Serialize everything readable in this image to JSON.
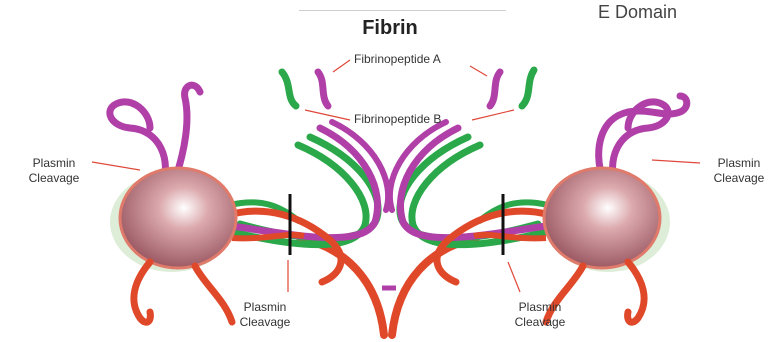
{
  "title": "Fibrin",
  "corner_label": "E Domain",
  "labels": {
    "fibrinopeptide_a": "Fibrinopeptide A",
    "fibrinopeptide_b": "Fibrinopeptide B",
    "plasmin_cleavage_line1": "Plasmin",
    "plasmin_cleavage_line2": "Cleavage"
  },
  "colors": {
    "alpha_chain": "#b040a8",
    "beta_chain": "#2aa84a",
    "gamma_chain": "#e0482a",
    "d_domain": "#c98a90",
    "cut_marker": "#111111",
    "leader_line": "#e0483a"
  }
}
